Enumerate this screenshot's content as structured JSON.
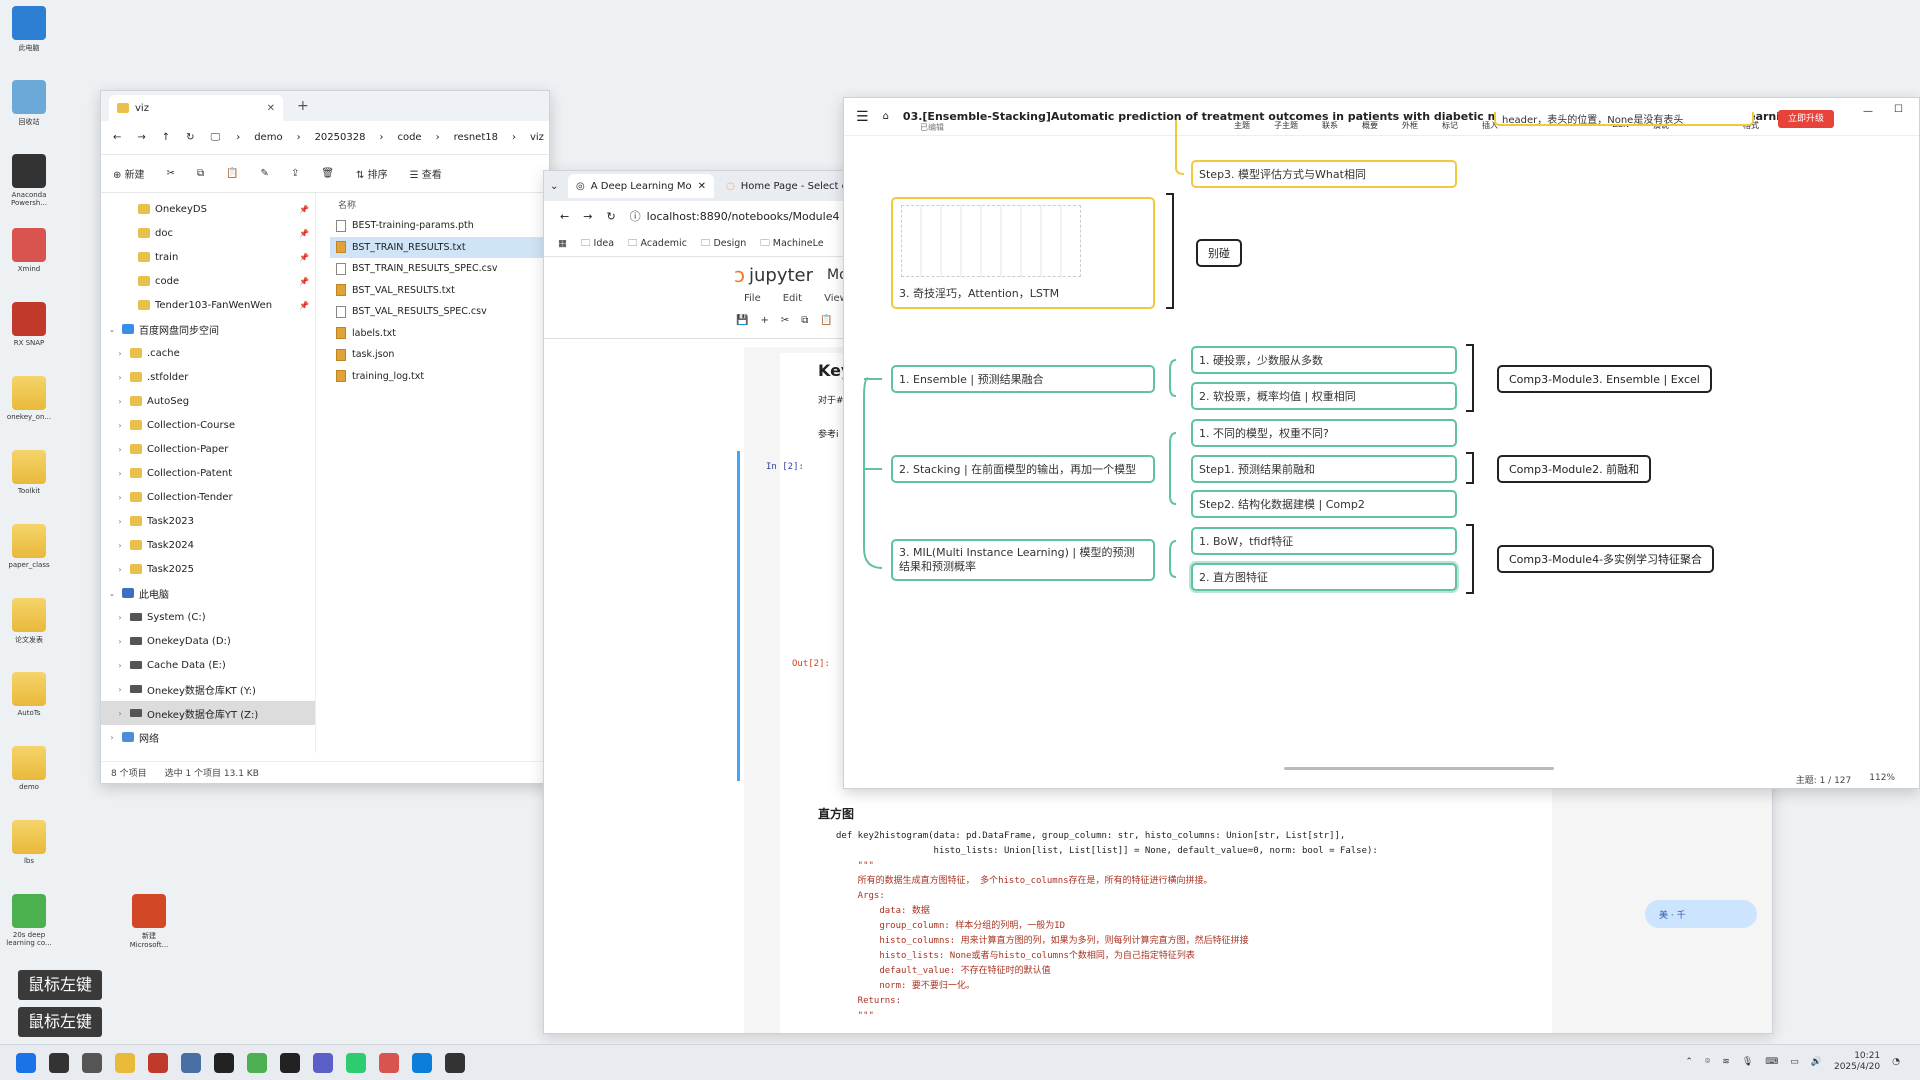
{
  "desktop_icons": [
    {
      "label": "此电脑",
      "icon": "computer-icon"
    },
    {
      "label": "回收站",
      "icon": "recycle-bin-icon"
    },
    {
      "label": "Anaconda Powersh...",
      "icon": "terminal-icon"
    },
    {
      "label": "Xmind",
      "icon": "xmind-icon"
    },
    {
      "label": "RX SNAP",
      "icon": "snap-icon"
    },
    {
      "label": "onekey_on...",
      "icon": "folder-icon"
    },
    {
      "label": "Toolkit",
      "icon": "folder-icon"
    },
    {
      "label": "paper_class",
      "icon": "folder-icon"
    },
    {
      "label": "论文发表",
      "icon": "folder-icon"
    },
    {
      "label": "AutoTs",
      "icon": "folder-icon"
    },
    {
      "label": "demo",
      "icon": "folder-icon"
    },
    {
      "label": "lbs",
      "icon": "folder-icon"
    },
    {
      "label": "20s deep learning co...",
      "icon": "chrome-icon"
    },
    {
      "label": "新建 Microsoft...",
      "icon": "ppt-icon"
    }
  ],
  "mouse_hints": [
    "鼠标左键",
    "鼠标左键"
  ],
  "explorer": {
    "tab_title": "viz",
    "breadcrumb": [
      "demo",
      "20250328",
      "code",
      "resnet18",
      "viz"
    ],
    "toolbar": {
      "new": "新建",
      "sort": "排序",
      "view": "查看"
    },
    "nav_items": [
      {
        "label": "OnekeyDS",
        "type": "folder",
        "pinned": true
      },
      {
        "label": "doc",
        "type": "folder",
        "pinned": true
      },
      {
        "label": "train",
        "type": "folder",
        "pinned": true
      },
      {
        "label": "code",
        "type": "folder",
        "pinned": true
      },
      {
        "label": "Tender103-FanWenWen",
        "type": "folder",
        "pinned": true
      },
      {
        "label": "百度网盘同步空间",
        "type": "cloud",
        "expanded": true
      },
      {
        "label": ".cache",
        "type": "folder"
      },
      {
        "label": ".stfolder",
        "type": "folder"
      },
      {
        "label": "AutoSeg",
        "type": "folder"
      },
      {
        "label": "Collection-Course",
        "type": "folder"
      },
      {
        "label": "Collection-Paper",
        "type": "folder"
      },
      {
        "label": "Collection-Patent",
        "type": "folder"
      },
      {
        "label": "Collection-Tender",
        "type": "folder"
      },
      {
        "label": "Task2023",
        "type": "folder"
      },
      {
        "label": "Task2024",
        "type": "folder"
      },
      {
        "label": "Task2025",
        "type": "folder"
      },
      {
        "label": "此电脑",
        "type": "pc",
        "expanded": true
      },
      {
        "label": "System (C:)",
        "type": "drive"
      },
      {
        "label": "OnekeyData (D:)",
        "type": "drive"
      },
      {
        "label": "Cache Data (E:)",
        "type": "drive"
      },
      {
        "label": "Onekey数据仓库KT (Y:)",
        "type": "drive"
      },
      {
        "label": "Onekey数据仓库YT (Z:)",
        "type": "drive",
        "selected": true
      },
      {
        "label": "网络",
        "type": "network"
      }
    ],
    "files_header": "名称",
    "files": [
      {
        "name": "BEST-training-params.pth",
        "kind": "file"
      },
      {
        "name": "BST_TRAIN_RESULTS.txt",
        "kind": "txt",
        "selected": true
      },
      {
        "name": "BST_TRAIN_RESULTS_SPEC.csv",
        "kind": "file"
      },
      {
        "name": "BST_VAL_RESULTS.txt",
        "kind": "txt"
      },
      {
        "name": "BST_VAL_RESULTS_SPEC.csv",
        "kind": "file"
      },
      {
        "name": "labels.txt",
        "kind": "txt"
      },
      {
        "name": "task.json",
        "kind": "txt"
      },
      {
        "name": "training_log.txt",
        "kind": "txt"
      }
    ],
    "status": {
      "count": "8 个项目",
      "selection": "选中 1 个项目 13.1 KB"
    }
  },
  "browser": {
    "tabs": [
      {
        "title": "A Deep Learning Mo",
        "active": true
      },
      {
        "title": "Home Page - Select c",
        "active": false
      }
    ],
    "url": "localhost:8890/notebooks/Module4",
    "bookmarks": [
      "Idea",
      "Academic",
      "Design",
      "MachineLe"
    ],
    "app_name": "jupyter",
    "app_suffix": "Mo",
    "menu": [
      "File",
      "Edit",
      "View"
    ],
    "notebook": {
      "heading_fragment": "Key",
      "text_fragment_1": "对于#",
      "text_fragment_2": "参考i",
      "in_prompt": "In [2]:",
      "out_prompt": "Out[2]:",
      "section_title": "直方图",
      "code_lines": [
        "def key2histogram(data: pd.DataFrame, group_column: str, histo_columns: Union[str, List[str]],",
        "                  histo_lists: Union[list, List[list]] = None, default_value=0, norm: bool = False):",
        "    \"\"\"",
        "    所有的数据生成直方图特征， 多个histo_columns存在是，所有的特征进行横向拼接。",
        "    Args:",
        "        data: 数据",
        "        group_column: 样本分组的列明，一般为ID",
        "        histo_columns: 用来计算直方图的列，如果为多列，则每列计算完直方图，然后特征拼接",
        "        histo_lists: None或者与histo_columns个数相同，为自己指定特征列表",
        "        default_value: 不存在特征时的默认值",
        "        norm: 要不要归一化。",
        "    Returns:",
        "    \"\"\""
      ]
    }
  },
  "mindmap": {
    "title": "03.[Ensemble-Stacking]Automatic prediction of treatment outcomes in patients with diabetic macular edema using ensemble machine learning",
    "subtitle": "已编辑",
    "tools": [
      "主题",
      "子主题",
      "联系",
      "概要",
      "外框",
      "标记",
      "插入"
    ],
    "right_tools": [
      "ZEN",
      "演说",
      "格式"
    ],
    "upgrade": "立即升级",
    "nodes": {
      "top_cut": "header，表头的位置，None是没有表头",
      "step3": "Step3. 模型评估方式与What相同",
      "image_caption": "3. 奇技淫巧，Attention，LSTM",
      "aside": "别碰",
      "ensemble": "1. Ensemble | 预测结果融合",
      "ens_1": "1. 硬投票，少数服从多数",
      "ens_2": "2. 软投票，概率均值 | 权重相同",
      "ens_ref": "Comp3-Module3. Ensemble | Excel",
      "stacking": "2. Stacking | 在前面模型的输出，再加一个模型",
      "stk_1": "1. 不同的模型，权重不同?",
      "stk_2": "Step1. 预测结果前融和",
      "stk_3": "Step2. 结构化数据建模 | Comp2",
      "stk_ref": "Comp3-Module2. 前融和",
      "mil_line1": "3. MIL(Multi Instance Learning) | 模型的预测",
      "mil_line2": "结果和预测概率",
      "mil_1": "1. BoW，tfidf特征",
      "mil_2": "2. 直方图特征",
      "mil_ref": "Comp3-Module4-多实例学习特征聚合"
    },
    "status": {
      "topic": "主题: 1 / 127",
      "zoom": "112%"
    }
  },
  "floating_widget": "美 · 千",
  "taskbar": {
    "icons": [
      "windows-icon",
      "search-icon",
      "taskview-icon",
      "explorer-icon",
      "snap-icon",
      "feather-icon",
      "terminal-icon",
      "chrome-icon",
      "terminal-dark-icon",
      "teams-icon",
      "wechat-icon",
      "xmind-icon",
      "edge-icon",
      "cmd-icon"
    ],
    "time": "10:21",
    "date": "2025/4/20"
  }
}
